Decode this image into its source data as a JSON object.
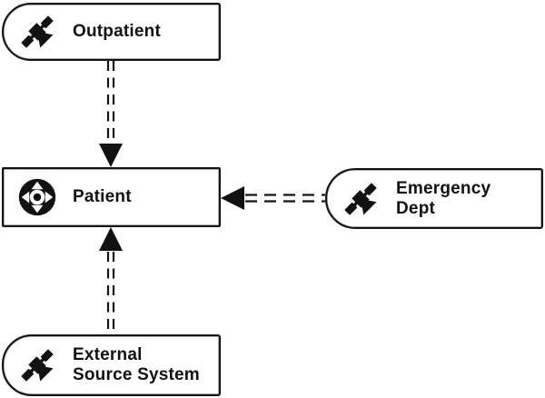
{
  "diagram": {
    "background_color": "#ffffff",
    "stroke_color": "#141414",
    "node_fill_color": "#ffffff",
    "text_color": "#111111",
    "nodes": [
      {
        "id": "outpatient",
        "label": "Outpatient",
        "icon": "satellite-icon",
        "shape": "rounded-left"
      },
      {
        "id": "patient",
        "label": "Patient",
        "icon": "move-circle-icon",
        "shape": "rectangle"
      },
      {
        "id": "emergency-dept",
        "label": "Emergency\nDept",
        "icon": "satellite-icon",
        "shape": "rounded-left"
      },
      {
        "id": "external-source-system",
        "label": "External\nSource System",
        "icon": "satellite-icon",
        "shape": "rounded-left"
      }
    ],
    "edges": [
      {
        "from": "outpatient",
        "to": "patient",
        "line_style": "double-dashed",
        "arrowhead": "filled-triangle",
        "direction": "down"
      },
      {
        "from": "emergency-dept",
        "to": "patient",
        "line_style": "double-dashed",
        "arrowhead": "filled-triangle",
        "direction": "left"
      },
      {
        "from": "external-source-system",
        "to": "patient",
        "line_style": "double-dashed",
        "arrowhead": "filled-triangle",
        "direction": "up"
      }
    ]
  }
}
